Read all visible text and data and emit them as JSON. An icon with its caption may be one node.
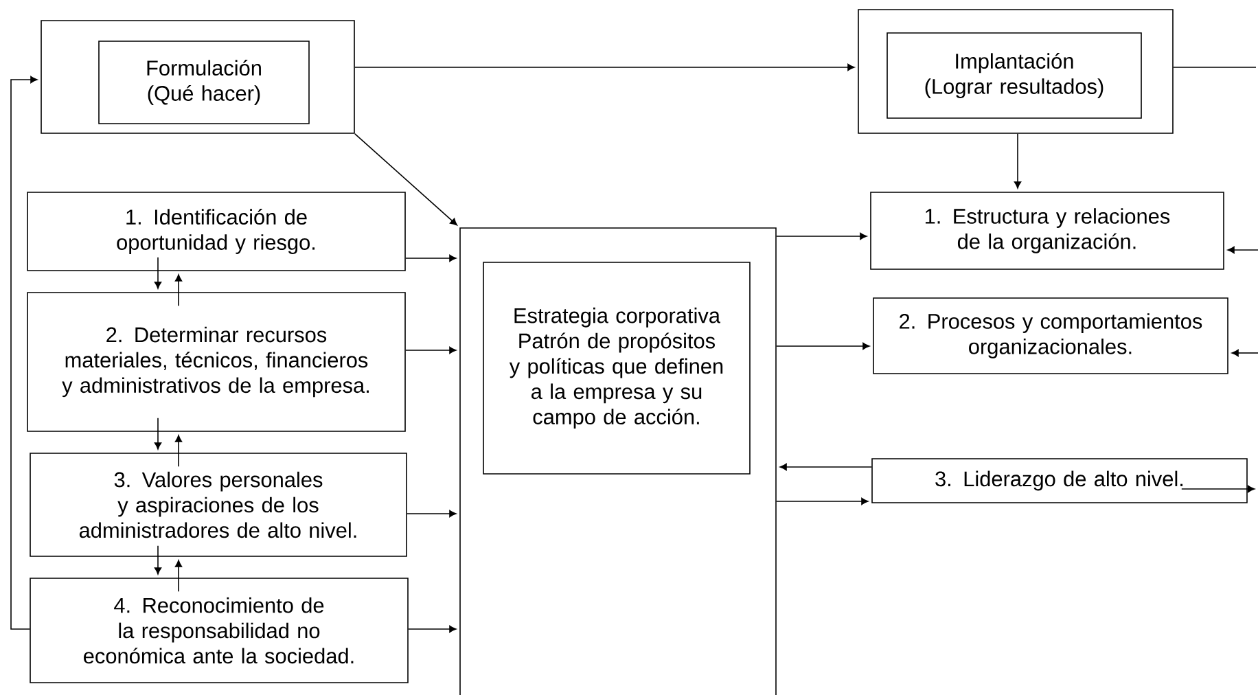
{
  "diagram": {
    "nodes": [
      {
        "text": [],
        "shape": "box"
      },
      {
        "text": [
          "Formulación (Qué hacer)"
        ],
        "in": 0
      },
      {
        "text": [],
        "shape": "box"
      },
      {
        "text": [
          "Implantación (Lograr resultados)"
        ],
        "in": 2
      },
      {
        "text": [
          "1. Identificación de oportunidad y riesgo."
        ]
      },
      {
        "text": [
          "2. Determinar recursos materiales, técnicos, financieros y administrativos de la empresa."
        ]
      },
      {
        "text": [
          "3. Valores personales y aspiraciones de los administradores de alto nivel."
        ]
      },
      {
        "text": [
          "4. Reconocimiento de la responsabilidad no económica ante la sociedad."
        ]
      },
      {
        "text": [],
        "shape": "box"
      },
      {
        "text": [
          "Estrategia corporativa Patrón de propósitos y políticas que definen a la empresa y su campo de acción."
        ],
        "in": 8
      },
      {
        "text": [
          "1. Estructura y relaciones de la organización."
        ]
      },
      {
        "text": [
          "2. Procesos y comportamientos organizacionales."
        ]
      },
      {
        "text": [
          "3. Liderazgo de alto nivel."
        ]
      }
    ],
    "edges": [
      {
        "from": 0,
        "to": 2,
        "arrow": "to"
      },
      {
        "from": 0,
        "to": 8,
        "arrow": "to"
      },
      {
        "from": 2,
        "to": 10,
        "arrow": "to"
      },
      {
        "from": 2,
        "to": null,
        "arrow": "none"
      },
      {
        "from": null,
        "to": 10,
        "arrow": "to"
      },
      {
        "from": null,
        "to": 11,
        "arrow": "to"
      },
      {
        "from": 12,
        "to": null,
        "arrow": "to"
      },
      {
        "from": 4,
        "to": 8,
        "arrow": "to"
      },
      {
        "from": 5,
        "to": 8,
        "arrow": "to"
      },
      {
        "from": 6,
        "to": 8,
        "arrow": "to"
      },
      {
        "from": 7,
        "to": 8,
        "arrow": "to"
      },
      {
        "from": 4,
        "to": 5,
        "arrow": "to"
      },
      {
        "from": 5,
        "to": 4,
        "arrow": "to"
      },
      {
        "from": 5,
        "to": 6,
        "arrow": "to"
      },
      {
        "from": 6,
        "to": 5,
        "arrow": "to"
      },
      {
        "from": 6,
        "to": 7,
        "arrow": "to"
      },
      {
        "from": 7,
        "to": 6,
        "arrow": "to"
      },
      {
        "from": 7,
        "to": 0,
        "arrow": "to"
      },
      {
        "from": 8,
        "to": 10,
        "arrow": "to"
      },
      {
        "from": 8,
        "to": 11,
        "arrow": "to"
      },
      {
        "from": 12,
        "to": 8,
        "arrow": "to"
      },
      {
        "from": 8,
        "to": 12,
        "arrow": "to"
      }
    ]
  }
}
